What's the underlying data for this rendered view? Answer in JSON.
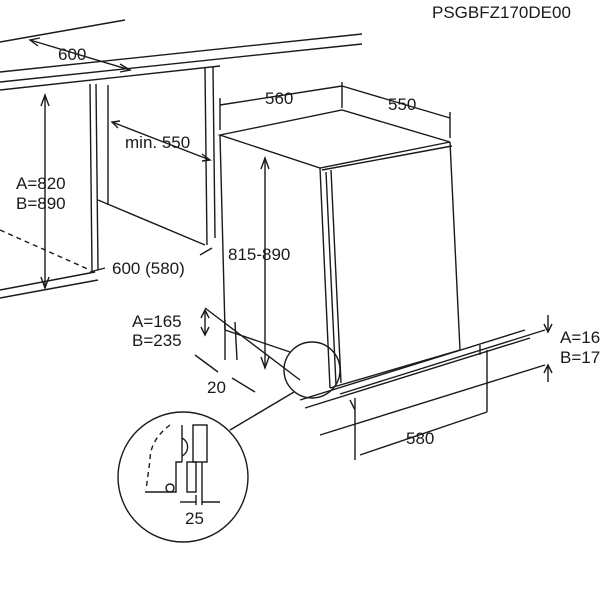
{
  "model_code": "PSGBFZ170DE00",
  "dimensions": {
    "cabinet_width": "600",
    "appliance_width": "560",
    "appliance_depth": "550",
    "min_depth": "min. 550",
    "niche_height_a": "A=820",
    "niche_height_b": "B=890",
    "appliance_height": "815-890",
    "niche_width": "600 (580)",
    "plinth_a_left": "A=165",
    "plinth_b_left": "B=235",
    "side_gap": "20",
    "plinth_a_right": "A=16",
    "plinth_b_right": "B=17",
    "plinth_width": "580",
    "detail_gap": "25"
  }
}
